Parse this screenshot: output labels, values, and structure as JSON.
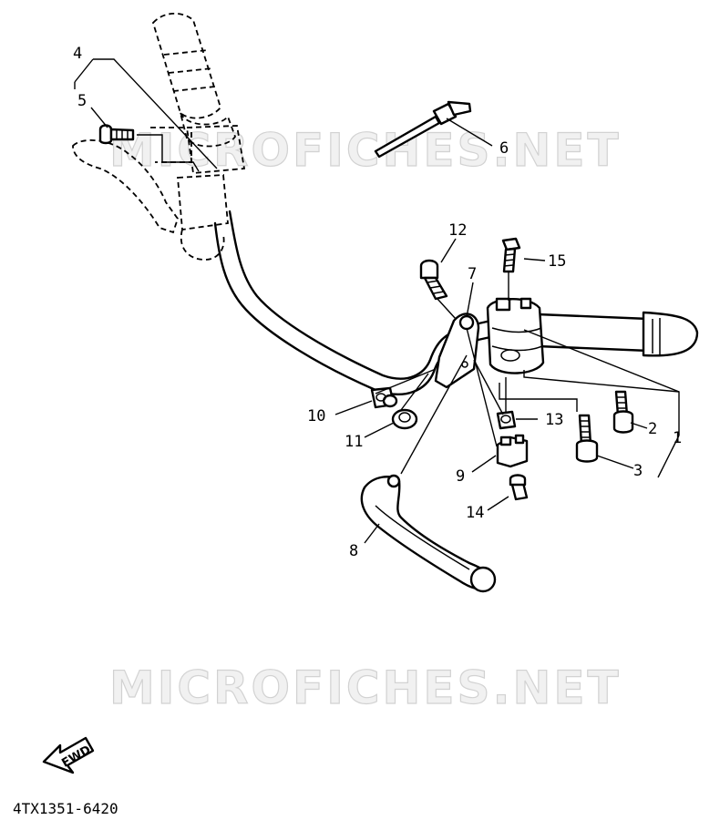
{
  "watermark": "MICROFICHES.NET",
  "diagram_code": "4TX1351-6420",
  "direction_label": "FWD",
  "callouts": {
    "c1": "1",
    "c2": "2",
    "c3": "3",
    "c4": "4",
    "c5": "5",
    "c6": "6",
    "c7": "7",
    "c8": "8",
    "c9": "9",
    "c10": "10",
    "c11": "11",
    "c12": "12",
    "c13": "13",
    "c14": "14",
    "c15": "15"
  }
}
